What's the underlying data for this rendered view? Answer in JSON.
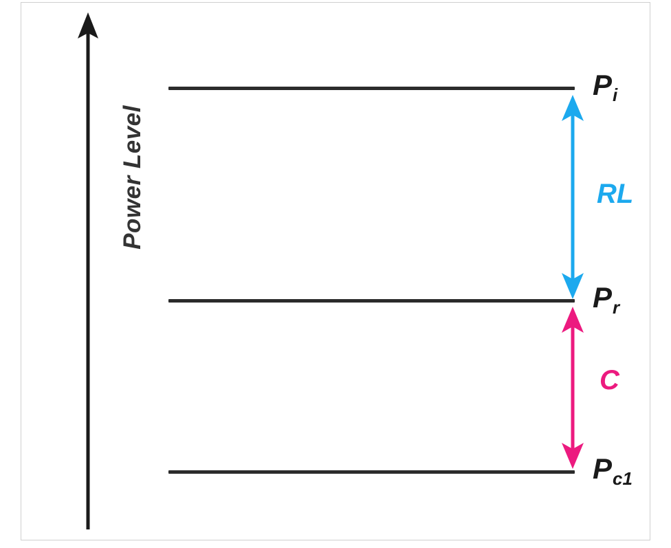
{
  "figure": {
    "type": "energy-level-diagram",
    "background_color": "#ffffff",
    "frame_color": "#cfcfcf",
    "axis": {
      "orientation": "vertical",
      "title": "Power Level",
      "color": "#1a1a1a",
      "arrowhead": "up"
    },
    "levels": [
      {
        "id": "pi",
        "label_main": "P",
        "label_sub": "i",
        "color": "#1a1a1a",
        "position": "top"
      },
      {
        "id": "pr",
        "label_main": "P",
        "label_sub": "r",
        "color": "#1a1a1a",
        "position": "middle"
      },
      {
        "id": "pc1",
        "label_main": "P",
        "label_sub": "c1",
        "color": "#1a1a1a",
        "position": "bottom"
      }
    ],
    "measurements": [
      {
        "id": "rl",
        "label": "RL",
        "color": "#1CA9EE",
        "from_level": "pi",
        "to_level": "pr",
        "arrow": "double-headed"
      },
      {
        "id": "c",
        "label": "C",
        "color": "#EC1A7F",
        "from_level": "pr",
        "to_level": "pc1",
        "arrow": "double-headed"
      }
    ]
  },
  "chart_data": {
    "type": "line",
    "title": "",
    "xlabel": "",
    "ylabel": "Power Level",
    "grid": false,
    "legend": "none",
    "categories": [
      "P i",
      "P r",
      "P c1"
    ],
    "series": [
      {
        "name": "Power levels",
        "values": [
          3,
          2,
          1
        ]
      }
    ],
    "annotations": [
      {
        "text": "RL",
        "between": [
          "P i",
          "P r"
        ],
        "color": "#1CA9EE"
      },
      {
        "text": "C",
        "between": [
          "P r",
          "P c1"
        ],
        "color": "#EC1A7F"
      }
    ]
  }
}
